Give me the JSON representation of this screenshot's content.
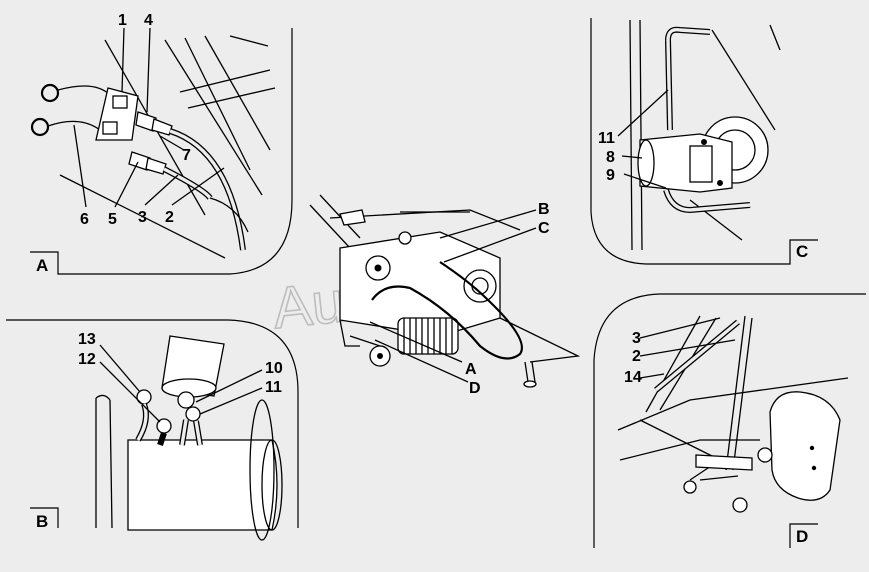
{
  "watermark": "AutoSoft",
  "panels": {
    "A": {
      "tag": "A",
      "callouts": {
        "c1": "1",
        "c4": "4",
        "c7": "7",
        "c6": "6",
        "c5": "5",
        "c3": "3",
        "c2": "2"
      }
    },
    "B": {
      "tag": "B",
      "callouts": {
        "c13": "13",
        "c12": "12",
        "c10": "10",
        "c11": "11"
      }
    },
    "C": {
      "tag": "C",
      "callouts": {
        "c11": "11",
        "c8": "8",
        "c9": "9"
      }
    },
    "D": {
      "tag": "D",
      "callouts": {
        "c3": "3",
        "c2": "2",
        "c14": "14"
      }
    }
  },
  "overview": {
    "callouts": {
      "B": "B",
      "C": "C",
      "A": "A",
      "D": "D"
    }
  }
}
